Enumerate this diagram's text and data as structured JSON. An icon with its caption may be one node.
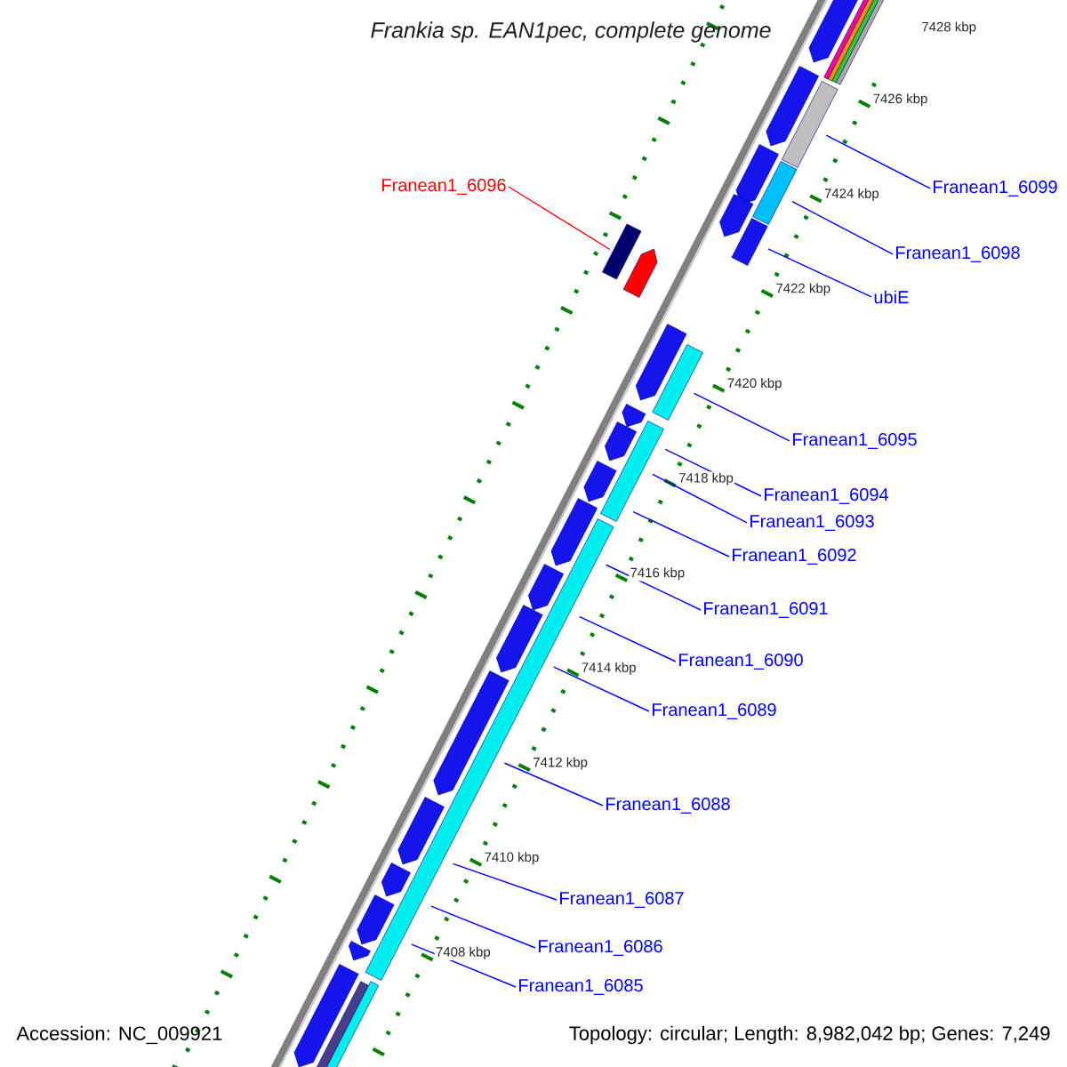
{
  "diagram": {
    "title": "Frankia sp. EAN1pec, complete genome",
    "nodes": [
      {
        "text": [
          "Franean1_6096"
        ]
      },
      {
        "text": [
          "Franean1_6099"
        ]
      },
      {
        "text": [
          "Franean1_6098"
        ]
      },
      {
        "text": [
          "ubiE"
        ]
      },
      {
        "text": [
          "Franean1_6095"
        ]
      },
      {
        "text": [
          "Franean1_6094"
        ]
      },
      {
        "text": [
          "Franean1_6093"
        ]
      },
      {
        "text": [
          "Franean1_6092"
        ]
      },
      {
        "text": [
          "Franean1_6091"
        ]
      },
      {
        "text": [
          "Franean1_6090"
        ]
      },
      {
        "text": [
          "Franean1_6089"
        ]
      },
      {
        "text": [
          "Franean1_6088"
        ]
      },
      {
        "text": [
          "Franean1_6087"
        ]
      },
      {
        "text": [
          "Franean1_6086"
        ]
      },
      {
        "text": [
          "Franean1_6085"
        ]
      }
    ],
    "edges": [
      {
        "from": 0,
        "to": null,
        "arrow": "none",
        "color": "#ff0000"
      },
      {
        "from": 1,
        "to": null,
        "arrow": "none"
      },
      {
        "from": 2,
        "to": null,
        "arrow": "none"
      },
      {
        "from": 3,
        "to": null,
        "arrow": "none"
      },
      {
        "from": 4,
        "to": null,
        "arrow": "none"
      },
      {
        "from": 5,
        "to": null,
        "arrow": "none"
      },
      {
        "from": 6,
        "to": null,
        "arrow": "none"
      },
      {
        "from": 7,
        "to": null,
        "arrow": "none"
      },
      {
        "from": 8,
        "to": null,
        "arrow": "none"
      },
      {
        "from": 9,
        "to": null,
        "arrow": "none"
      },
      {
        "from": 10,
        "to": null,
        "arrow": "none"
      },
      {
        "from": 11,
        "to": null,
        "arrow": "none"
      },
      {
        "from": 12,
        "to": null,
        "arrow": "none"
      },
      {
        "from": 13,
        "to": null,
        "arrow": "none"
      },
      {
        "from": 14,
        "to": null,
        "arrow": "none"
      }
    ],
    "labels": [
      "7428 kbp",
      "7426 kbp",
      "7424 kbp",
      "7422 kbp",
      "7420 kbp",
      "7418 kbp",
      "7416 kbp",
      "7414 kbp",
      "7412 kbp",
      "7410 kbp",
      "7408 kbp",
      "Accession: NC_009921",
      "Topology: circular; Length: 8,982,042 bp; Genes: 7,249"
    ]
  }
}
